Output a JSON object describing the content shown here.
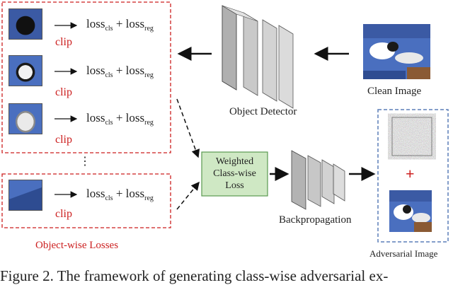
{
  "object_rows": [
    {
      "loss": "loss",
      "cls": "cls",
      "plus": "+",
      "loss2": "loss",
      "reg": "reg",
      "clip": "clip"
    },
    {
      "loss": "loss",
      "cls": "cls",
      "plus": "+",
      "loss2": "loss",
      "reg": "reg",
      "clip": "clip"
    },
    {
      "loss": "loss",
      "cls": "cls",
      "plus": "+",
      "loss2": "loss",
      "reg": "reg",
      "clip": "clip"
    },
    {
      "loss": "loss",
      "cls": "cls",
      "plus": "+",
      "loss2": "loss",
      "reg": "reg",
      "clip": "clip"
    }
  ],
  "ellipsis": "⋮",
  "object_wise_label": "Object-wise Losses",
  "object_detector_label": "Object Detector",
  "clean_image_label": "Clean Image",
  "weighted_box": {
    "line1": "Weighted",
    "line2": "Class-wise",
    "line3": "Loss"
  },
  "backprop_label": "Backpropagation",
  "plus_sign": "+",
  "adversarial_label": "Adversarial Image",
  "caption": "Figure 2. The framework of generating class-wise adversarial ex-",
  "colors": {
    "red": "#cc1f1f",
    "blue_dash": "#5b7fb8",
    "green_fill": "#cfe8c4",
    "green_border": "#5a9a50"
  }
}
